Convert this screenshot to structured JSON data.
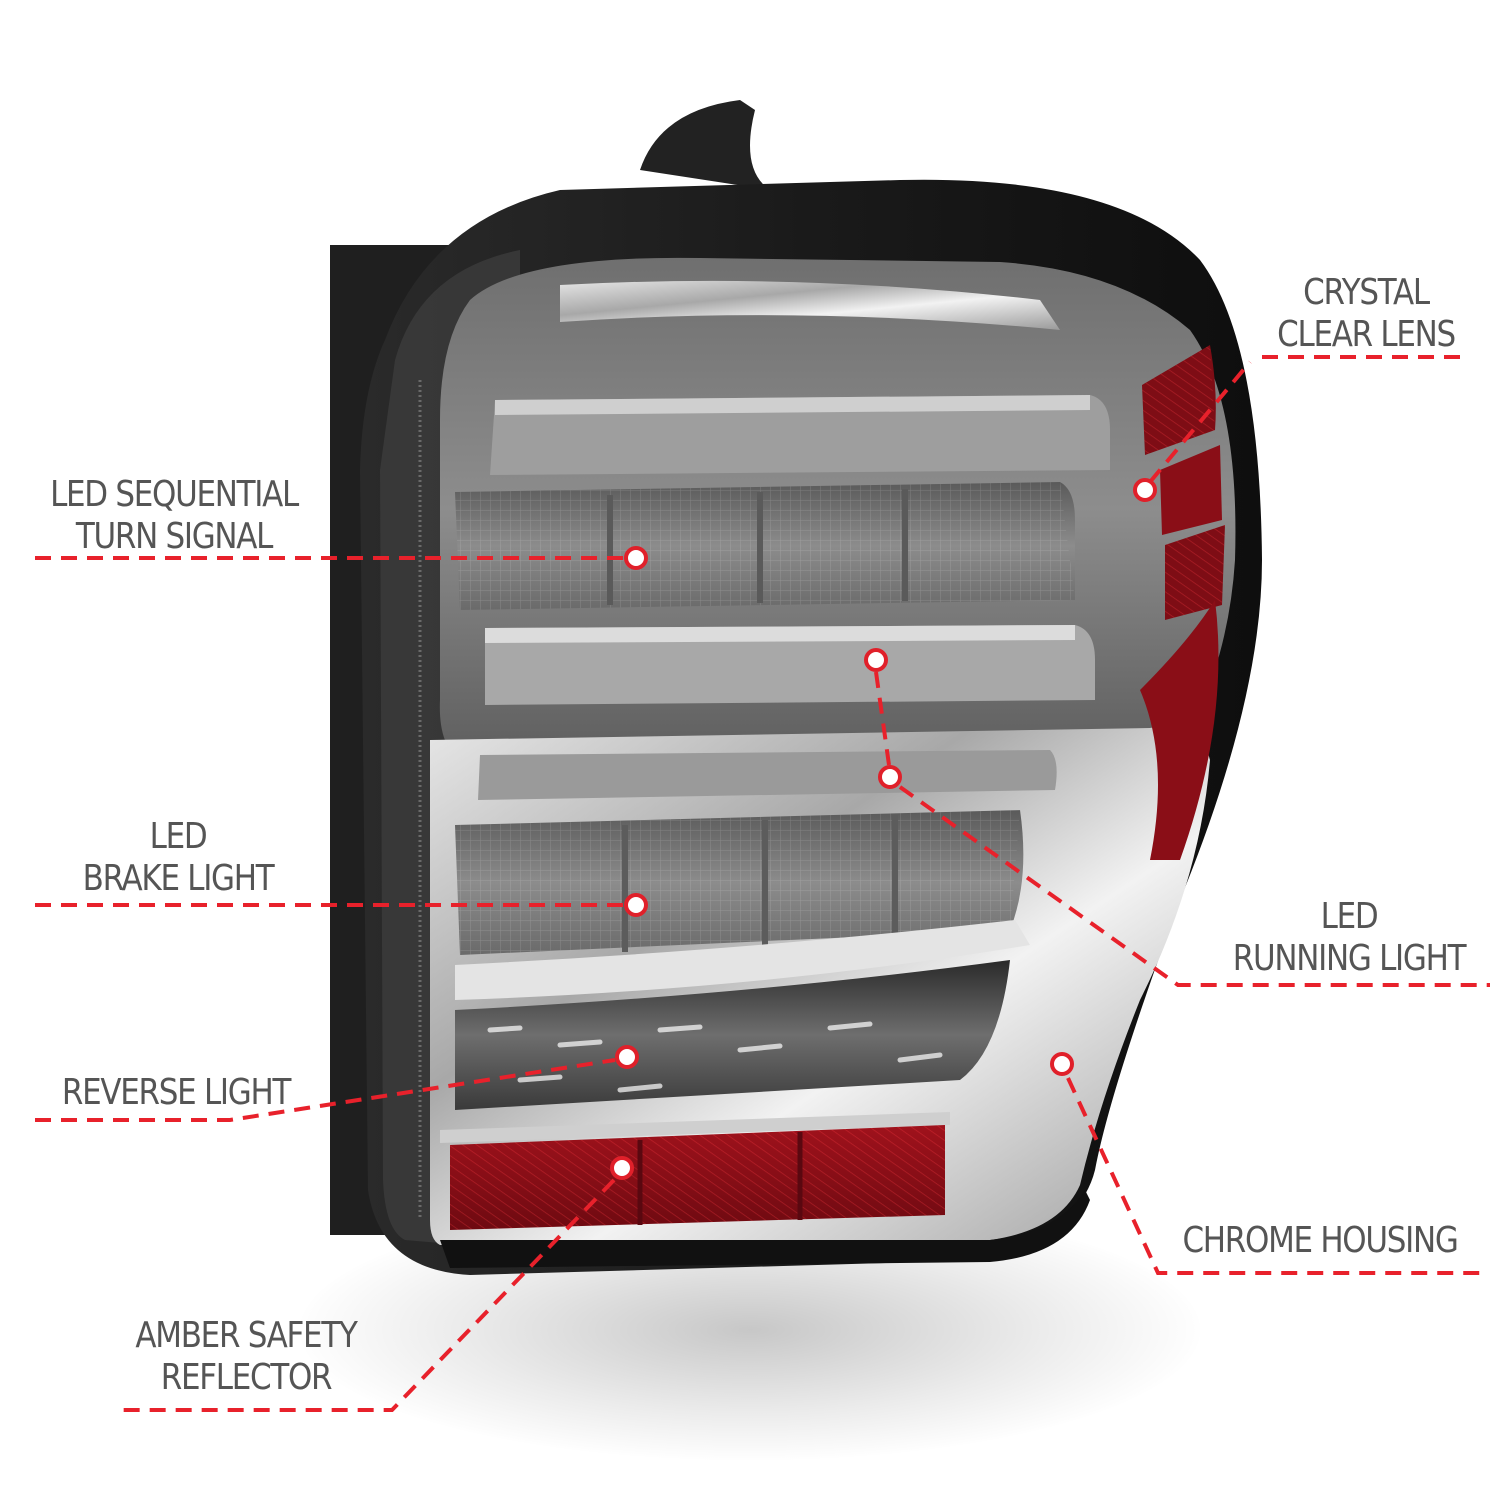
{
  "product": {
    "subject": "chrome housing LED tail light",
    "colors": {
      "accent_red": "#e8212b",
      "label_text": "#555555",
      "housing_black": "#1c1c1c",
      "chrome": "#c9c9c9",
      "smoke_lens": "#8a8a8a",
      "reflector_red": "#8e0f17"
    }
  },
  "callouts": [
    {
      "id": "turn",
      "lines": [
        "LED SEQUENTIAL",
        "TURN SIGNAL"
      ]
    },
    {
      "id": "lens",
      "lines": [
        "CRYSTAL",
        "CLEAR LENS"
      ]
    },
    {
      "id": "brake",
      "lines": [
        "LED",
        "BRAKE LIGHT"
      ]
    },
    {
      "id": "running",
      "lines": [
        "LED",
        "RUNNING LIGHT"
      ]
    },
    {
      "id": "reverse",
      "lines": [
        "REVERSE LIGHT"
      ]
    },
    {
      "id": "housing",
      "lines": [
        "CHROME HOUSING"
      ]
    },
    {
      "id": "reflector",
      "lines": [
        "AMBER SAFETY",
        "REFLECTOR"
      ]
    }
  ]
}
